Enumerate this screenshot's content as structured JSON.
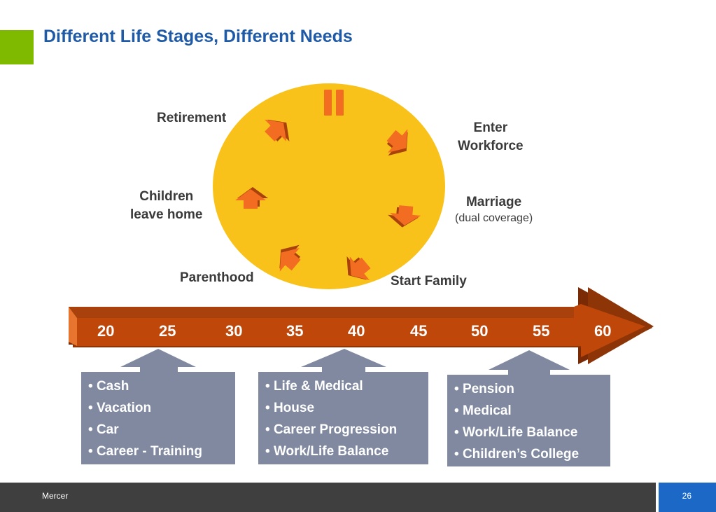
{
  "colors": {
    "accent_green": "#7fba00",
    "title_blue": "#1f5aa6",
    "circle_yellow": "#f9c21b",
    "cycle_arrow_orange": "#f26c21",
    "timeline_orange": "#c0470a",
    "needs_box_gray": "#8089a0",
    "footer_dark": "#3f3f3f",
    "footer_blue": "#1b68c6"
  },
  "title": "Different Life Stages, Different Needs",
  "icons": [
    "pause-icon",
    "cycle-arrow-icon"
  ],
  "stages": {
    "retirement": "Retirement",
    "enter_workforce_line1": "Enter",
    "enter_workforce_line2": "Workforce",
    "children_line1": "Children",
    "children_line2": "leave home",
    "marriage": "Marriage",
    "marriage_note": "(dual coverage)",
    "parenthood": "Parenthood",
    "start_family": "Start Family"
  },
  "timeline": {
    "ages": [
      "20",
      "25",
      "30",
      "35",
      "40",
      "45",
      "50",
      "55",
      "60"
    ]
  },
  "needs": [
    {
      "items": [
        "Cash",
        "Vacation",
        "Car",
        "Career - Training"
      ]
    },
    {
      "items": [
        "Life & Medical",
        "House",
        "Career Progression",
        "Work/Life Balance"
      ]
    },
    {
      "items": [
        "Pension",
        "Medical",
        "Work/Life Balance",
        "Children’s College"
      ]
    }
  ],
  "footer": {
    "company": "Mercer",
    "page_number": "26"
  }
}
